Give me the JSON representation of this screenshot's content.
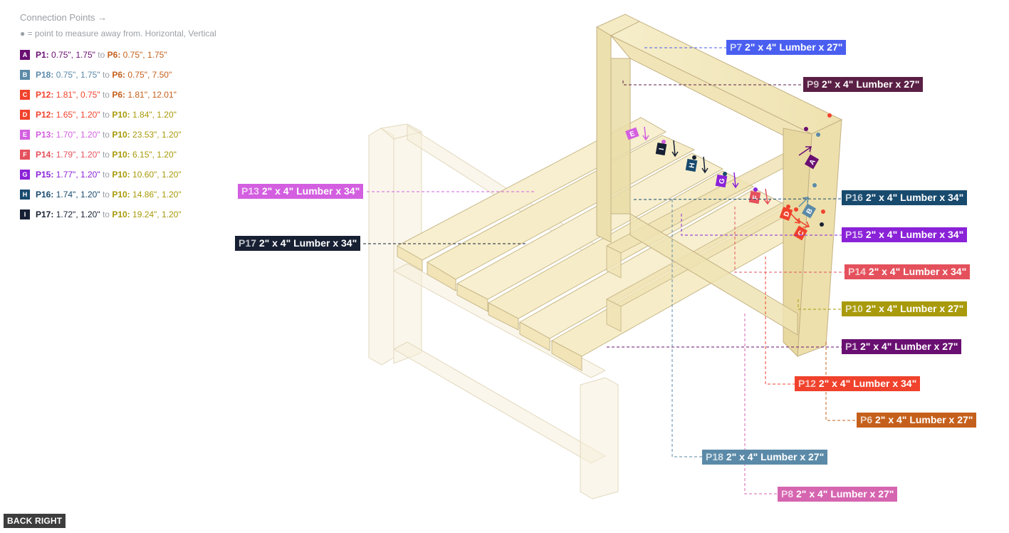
{
  "legend": {
    "title": "Connection Points →",
    "note": "● = point to measure away from. Horizontal, Vertical",
    "to_word": "to",
    "items": [
      {
        "letter": "A",
        "color": "#6a0f72",
        "from_part": "P1:",
        "from_val": "0.75\", 1.75\"",
        "from_color": "#6a0f72",
        "to_part": "P6:",
        "to_val": "0.75\", 1.75\"",
        "to_color": "#c5601c"
      },
      {
        "letter": "B",
        "color": "#5b8aa8",
        "from_part": "P18:",
        "from_val": "0.75\", 1.75\"",
        "from_color": "#5b8aa8",
        "to_part": "P6:",
        "to_val": "0.75\", 7.50\"",
        "to_color": "#c5601c"
      },
      {
        "letter": "C",
        "color": "#f0422c",
        "from_part": "P12:",
        "from_val": "1.81\", 0.75\"",
        "from_color": "#f0422c",
        "to_part": "P6:",
        "to_val": "1.81\", 12.01\"",
        "to_color": "#c5601c"
      },
      {
        "letter": "D",
        "color": "#f0422c",
        "from_part": "P12:",
        "from_val": "1.65\", 1.20\"",
        "from_color": "#f0422c",
        "to_part": "P10:",
        "to_val": "1.84\", 1.20\"",
        "to_color": "#a89a0a"
      },
      {
        "letter": "E",
        "color": "#d35fe0",
        "from_part": "P13:",
        "from_val": "1.70\", 1.20\"",
        "from_color": "#d35fe0",
        "to_part": "P10:",
        "to_val": "23.53\", 1.20\"",
        "to_color": "#a89a0a"
      },
      {
        "letter": "F",
        "color": "#e4515c",
        "from_part": "P14:",
        "from_val": "1.79\", 1.20\"",
        "from_color": "#e4515c",
        "to_part": "P10:",
        "to_val": "6.15\", 1.20\"",
        "to_color": "#a89a0a"
      },
      {
        "letter": "G",
        "color": "#8a22d8",
        "from_part": "P15:",
        "from_val": "1.77\", 1.20\"",
        "from_color": "#8a22d8",
        "to_part": "P10:",
        "to_val": "10.60\", 1.20\"",
        "to_color": "#a89a0a"
      },
      {
        "letter": "H",
        "color": "#184a6e",
        "from_part": "P16:",
        "from_val": "1.74\", 1.20\"",
        "from_color": "#184a6e",
        "to_part": "P10:",
        "to_val": "14.86\", 1.20\"",
        "to_color": "#a89a0a"
      },
      {
        "letter": "I",
        "color": "#172033",
        "from_part": "P17:",
        "from_val": "1.72\", 1.20\"",
        "from_color": "#172033",
        "to_part": "P10:",
        "to_val": "19.24\", 1.20\"",
        "to_color": "#a89a0a"
      }
    ]
  },
  "parts": [
    {
      "id": "P7",
      "desc": "2\" x 4\" Lumber  x 27\"",
      "color": "#4a5ff0"
    },
    {
      "id": "P9",
      "desc": "2\" x 4\" Lumber  x 27\"",
      "color": "#5a1f45"
    },
    {
      "id": "P13",
      "desc": "2\" x 4\" Lumber  x 34\"",
      "color": "#d35fe0"
    },
    {
      "id": "P16",
      "desc": "2\" x 4\" Lumber  x 34\"",
      "color": "#184a6e"
    },
    {
      "id": "P17",
      "desc": "2\" x 4\" Lumber  x 34\"",
      "color": "#172033"
    },
    {
      "id": "P15",
      "desc": "2\" x 4\" Lumber  x 34\"",
      "color": "#8a22d8"
    },
    {
      "id": "P14",
      "desc": "2\" x 4\" Lumber  x 34\"",
      "color": "#e4515c"
    },
    {
      "id": "P10",
      "desc": "2\" x 4\" Lumber  x 27\"",
      "color": "#a89a0a"
    },
    {
      "id": "P1",
      "desc": "2\" x 4\" Lumber  x 27\"",
      "color": "#6a0f72"
    },
    {
      "id": "P12",
      "desc": "2\" x 4\" Lumber  x 34\"",
      "color": "#f0422c"
    },
    {
      "id": "P6",
      "desc": "2\" x 4\" Lumber  x 27\"",
      "color": "#c5601c"
    },
    {
      "id": "P18",
      "desc": "2\" x 4\" Lumber  x 27\"",
      "color": "#5b8aa8"
    },
    {
      "id": "P8",
      "desc": "2\" x 4\" Lumber  x 27\"",
      "color": "#d665b0"
    }
  ],
  "view_button": "BACK RIGHT"
}
